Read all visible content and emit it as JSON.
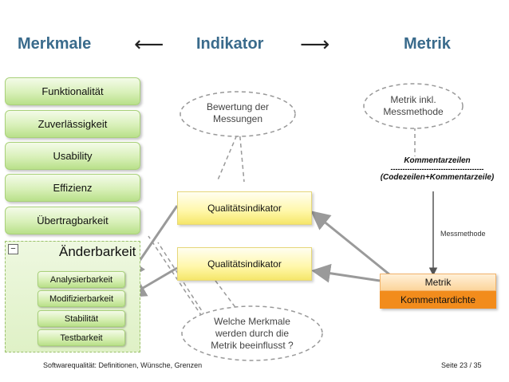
{
  "header": {
    "merkmale": "Merkmale",
    "arrow_left": "⟵",
    "indikator": "Indikator",
    "arrow_right": "⟶",
    "metrik": "Metrik"
  },
  "merkmale_boxes": [
    "Funktionalität",
    "Zuverlässigkeit",
    "Usability",
    "Effizienz",
    "Übertragbarkeit"
  ],
  "aenderbarkeit": {
    "toggle": "−",
    "title": "Änderbarkeit",
    "items": [
      "Analysierbarkeit",
      "Modifizierbarkeit",
      "Stabilität",
      "Testbarkeit"
    ]
  },
  "indikatoren": [
    "Qualitätsindikator",
    "Qualitätsindikator"
  ],
  "clouds": {
    "bewertung": [
      "Bewertung der",
      "Messungen"
    ],
    "metrik_inkl": [
      "Metrik inkl.",
      "Messmethode"
    ],
    "welche": [
      "Welche Merkmale",
      "werden durch die",
      "Metrik beeinflusst ?"
    ]
  },
  "formula": {
    "numerator": "Kommentarzeilen",
    "line": "---------------------------------------",
    "denominator": "(Codezeilen+Kommentarzeile)"
  },
  "messmethode_label": "Messmethode",
  "metric_box": {
    "top": "Metrik",
    "bottom": "Kommentardichte"
  },
  "footer": {
    "left": "Softwarequalität: Definitionen, Wünsche, Grenzen",
    "right": "Seite 23 / 35"
  },
  "colors": {
    "header_blue": "#3a6b8c",
    "green_box": "#c9e8a0",
    "yellow_box": "#fff7a8",
    "orange": "#f28c1c",
    "arrow_gray": "#9a9a9a"
  }
}
